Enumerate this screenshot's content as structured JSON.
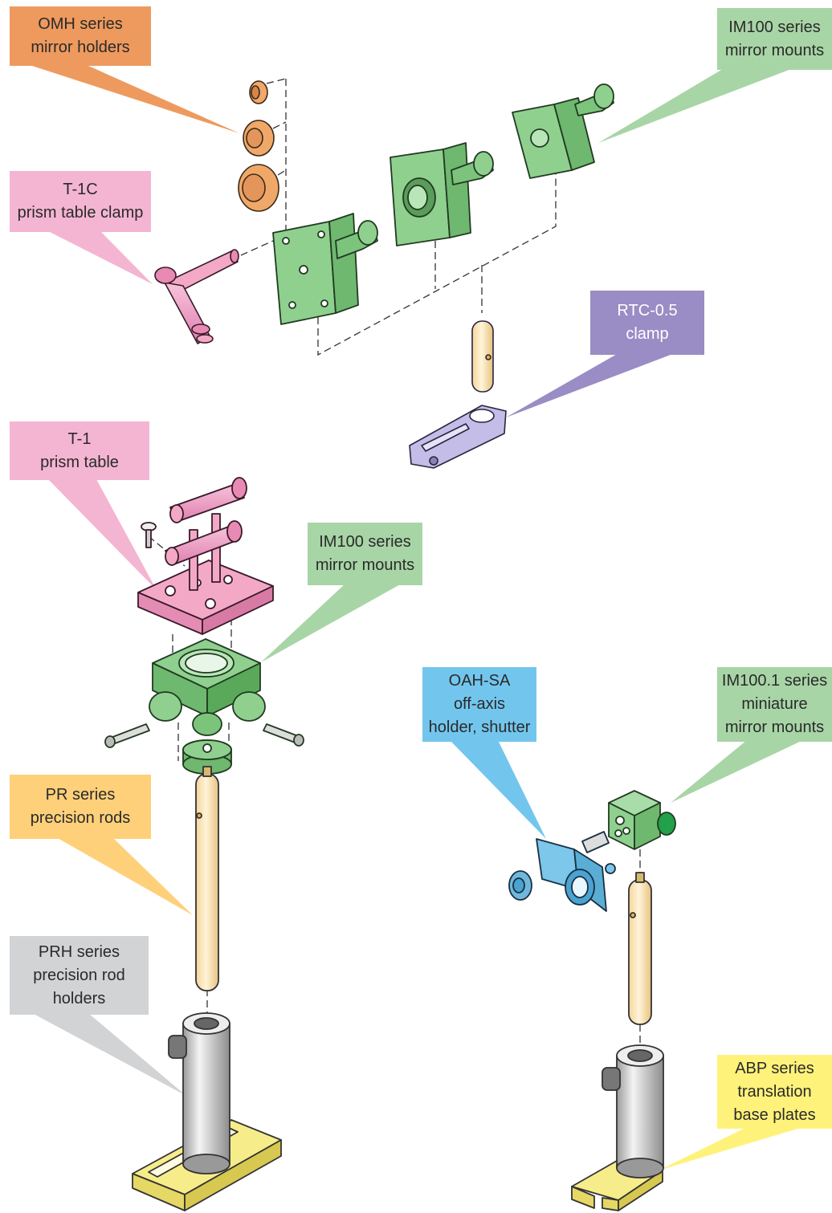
{
  "labels": {
    "omh": {
      "lines": [
        "OMH series",
        "mirror holders"
      ],
      "color": "#ee9a5e"
    },
    "t1c": {
      "lines": [
        "T-1C",
        "prism table clamp"
      ],
      "color": "#f4b5d2"
    },
    "im100_top": {
      "lines": [
        "IM100 series",
        "mirror mounts"
      ],
      "color": "#a8d5a6"
    },
    "rtc": {
      "lines": [
        "RTC-0.5",
        "clamp"
      ],
      "color": "#9a8cc4"
    },
    "t1": {
      "lines": [
        "T-1",
        "prism table"
      ],
      "color": "#f4b5d2"
    },
    "im100_mid": {
      "lines": [
        "IM100 series",
        "mirror mounts"
      ],
      "color": "#a8d5a6"
    },
    "oah": {
      "lines": [
        "OAH-SA",
        "off-axis",
        "holder, shutter"
      ],
      "color": "#72c6ee"
    },
    "im1001": {
      "lines": [
        "IM100.1 series",
        "miniature",
        "mirror mounts"
      ],
      "color": "#a8d5a6"
    },
    "pr": {
      "lines": [
        "PR series",
        "precision rods"
      ],
      "color": "#ffd07a"
    },
    "prh": {
      "lines": [
        "PRH series",
        "precision rod",
        "holders"
      ],
      "color": "#d2d3d5"
    },
    "abp": {
      "lines": [
        "ABP series",
        "translation",
        "base plates"
      ],
      "color": "#fff27a"
    }
  },
  "part_colors": {
    "mirror_holders": "#f0a868",
    "prism_table": "#f3a9c6",
    "mirror_mounts": "#8fd08f",
    "clamp": "#c4bde8",
    "rods": "#fbe3b0",
    "rod_holders": "#d8d8d8",
    "base_plates": "#f7ec8a",
    "shutter_holder": "#7cc7ea"
  }
}
